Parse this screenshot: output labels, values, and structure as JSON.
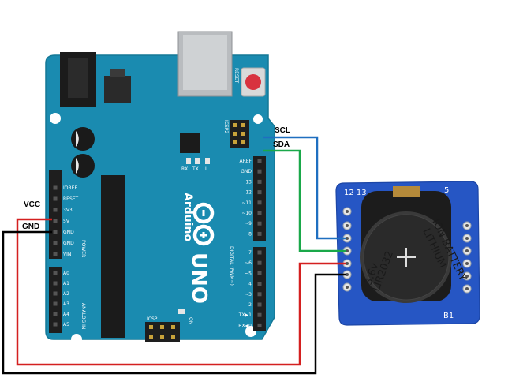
{
  "labels": {
    "scl": "SCL",
    "sda": "SDA",
    "vcc": "VCC",
    "gnd": "GND"
  },
  "arduino": {
    "brand": "Arduino",
    "model": "UNO",
    "reset": "RESET",
    "icsp2": "ICSP2",
    "icsp": "ICSP",
    "on": "ON",
    "l": "L",
    "tx": "TX",
    "rx": "RX",
    "digital_header": "DIGITAL (PWM~)",
    "power_header": "POWER",
    "analog_header": "ANALOG IN",
    "power_pins": [
      "IOREF",
      "RESET",
      "3V3",
      "5V",
      "GND",
      "GND",
      "VIN"
    ],
    "analog_pins": [
      "A0",
      "A1",
      "A2",
      "A3",
      "A4",
      "A5"
    ],
    "digital_pins_top": [
      "AREF",
      "GND",
      "13",
      "12",
      "~11",
      "~10",
      "~9",
      "8"
    ],
    "digital_pins_bottom": [
      "7",
      "~6",
      "~5",
      "4",
      "~3",
      "2",
      "TX▶1",
      "RX◀0"
    ]
  },
  "rtc": {
    "battery_line1": "LIR2032",
    "battery_line2": "3.6v",
    "battery_line3": "ION BATTERY",
    "battery_line4": "LITHIUM",
    "corner_left": "12 13",
    "corner_right": "5",
    "b1": "B1"
  },
  "colors": {
    "board": "#1a8bb0",
    "rtc_board": "#2656c4",
    "wire_scl": "#1f6fc0",
    "wire_sda": "#1aa84a",
    "wire_vcc": "#d42020",
    "wire_gnd": "#000000"
  }
}
